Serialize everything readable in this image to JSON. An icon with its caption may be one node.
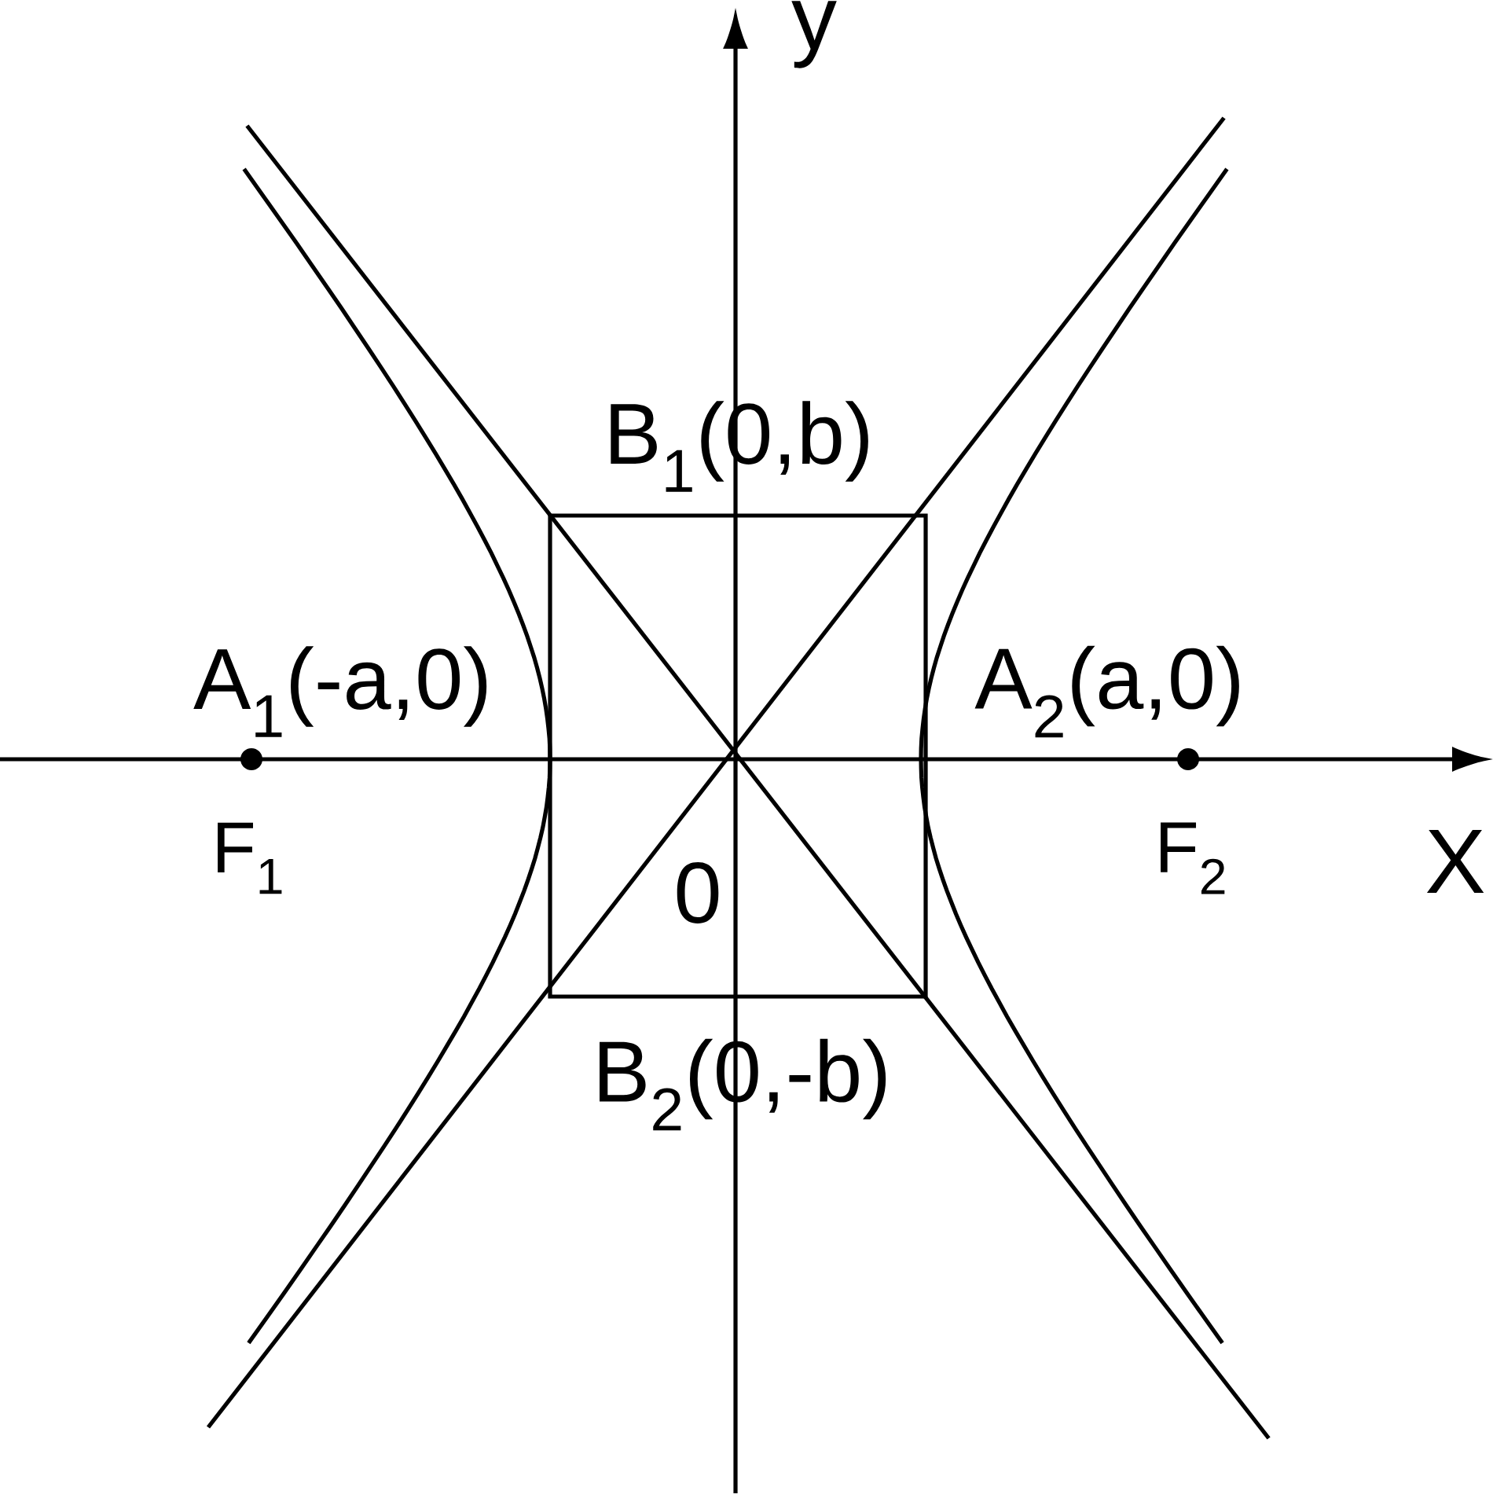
{
  "diagram": {
    "labels": [
      "y",
      "B$_{1}$(0,b)",
      "A$_{1}$(-a,0)",
      "A$_{2}$(a,0)",
      "F$_{1}$",
      "X",
      "F$_{2}$",
      "0",
      "B$_{2}$(0,-b)"
    ]
  }
}
